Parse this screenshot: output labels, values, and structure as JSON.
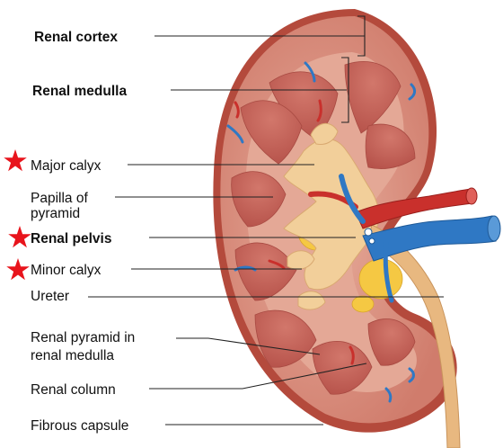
{
  "labels": {
    "renal_cortex": "Renal cortex",
    "renal_medulla": "Renal medulla",
    "major_calyx": "Major calyx",
    "papilla_line1": "Papilla of",
    "papilla_line2": "pyramid",
    "renal_pelvis": "Renal pelvis",
    "minor_calyx": "Minor calyx",
    "ureter": "Ureter",
    "pyramid_line1": "Renal pyramid in",
    "pyramid_line2": "renal medulla",
    "renal_column": "Renal column",
    "fibrous_capsule": "Fibrous capsule"
  },
  "highlighted_labels": [
    "major_calyx",
    "renal_pelvis",
    "minor_calyx"
  ],
  "colors": {
    "capsule": "#b44a3c",
    "cortex": "#d9897a",
    "medulla": "#e3a795",
    "pyramid": "#c45f55",
    "calyx": "#f2cf9a",
    "fat": "#f5c843",
    "artery": "#c9302c",
    "vein": "#2f78c4",
    "ureter": "#e8b880",
    "star": "#e8141c"
  },
  "icons": {
    "highlight_marker": "star-icon"
  }
}
